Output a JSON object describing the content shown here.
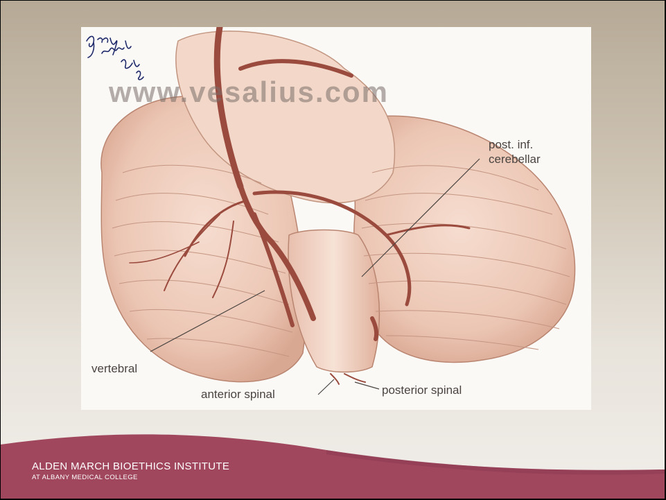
{
  "slide": {
    "background_top": "#b6a996",
    "background_bottom": "#f1eeea",
    "footer_color": "#a0475e"
  },
  "illustration": {
    "subject": "cerebellum-arteries-drawing",
    "watermark": "www.vesalius.com",
    "labels": {
      "pica_line1": "post. inf.",
      "pica_line2": "cerebellar",
      "vertebral": "vertebral",
      "anterior_spinal": "anterior spinal",
      "posterior_spinal": "posterior spinal"
    }
  },
  "footer": {
    "institute": "ALDEN MARCH BIOETHICS INSTITUTE",
    "college": "AT ALBANY MEDICAL COLLEGE"
  }
}
